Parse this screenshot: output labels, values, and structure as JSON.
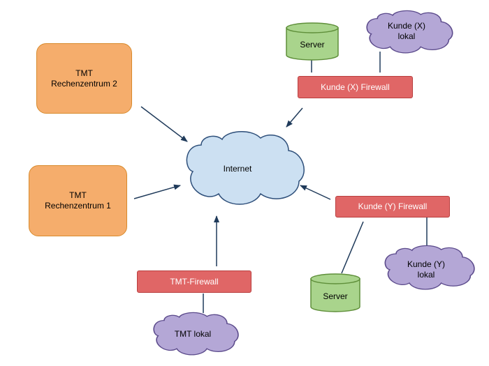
{
  "colors": {
    "datacenter_fill": "#f5ad6c",
    "firewall_fill": "#e06666",
    "cloud_fill": "#cce0f2",
    "local_cloud_fill": "#b4a7d6",
    "server_fill": "#a9d48c",
    "edge": "#1f3a5a"
  },
  "nodes": {
    "internet": {
      "label": "Internet"
    },
    "rz2": {
      "line1": "TMT",
      "line2": "Rechenzentrum 2"
    },
    "rz1": {
      "line1": "TMT",
      "line2": "Rechenzentrum 1"
    },
    "server_x": {
      "label": "Server"
    },
    "kunde_x_lokal": {
      "line1": "Kunde (X)",
      "line2": "lokal"
    },
    "kunde_x_firewall": {
      "label": "Kunde (X) Firewall"
    },
    "kunde_y_firewall": {
      "label": "Kunde (Y) Firewall"
    },
    "server_y": {
      "label": "Server"
    },
    "kunde_y_lokal": {
      "line1": "Kunde (Y)",
      "line2": "lokal"
    },
    "tmt_firewall": {
      "label": "TMT-Firewall"
    },
    "tmt_lokal": {
      "label": "TMT lokal"
    }
  }
}
